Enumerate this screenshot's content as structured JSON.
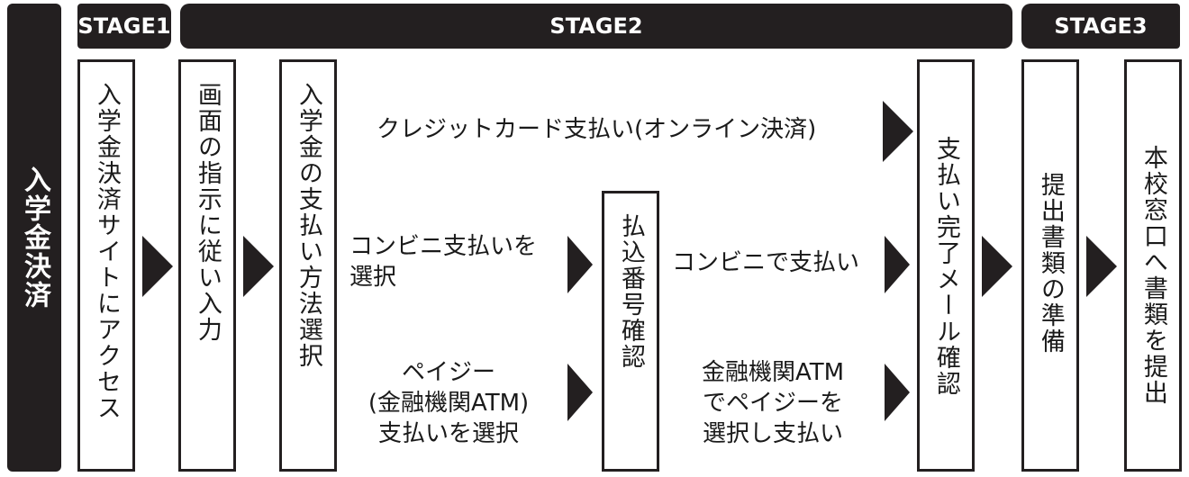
{
  "side_label": "入学金決済",
  "stages": {
    "stage1": "STAGE1",
    "stage2": "STAGE2",
    "stage3": "STAGE3"
  },
  "steps": {
    "access": "入学金決済サイトにアクセス",
    "input": "画面の指示に従い入力",
    "select_method": "入学金の支払い方法選択",
    "confirm_number": "払込番号確認",
    "complete_mail": "支払い完了メール確認",
    "prepare_docs": "提出書類の準備",
    "submit_docs": "本校窓口へ書類を提出"
  },
  "options": {
    "credit": "クレジットカード支払い(オンライン決済)",
    "convenience_select_1": "コンビニ支払いを",
    "convenience_select_2": "選択",
    "convenience_pay": "コンビニで支払い",
    "payeasy_select_1": "ペイジー",
    "payeasy_select_2": "(金融機関ATM)",
    "payeasy_select_3": "支払いを選択",
    "atm_pay_1": "金融機関ATM",
    "atm_pay_2": "でペイジーを",
    "atm_pay_3": "選択し支払い"
  }
}
